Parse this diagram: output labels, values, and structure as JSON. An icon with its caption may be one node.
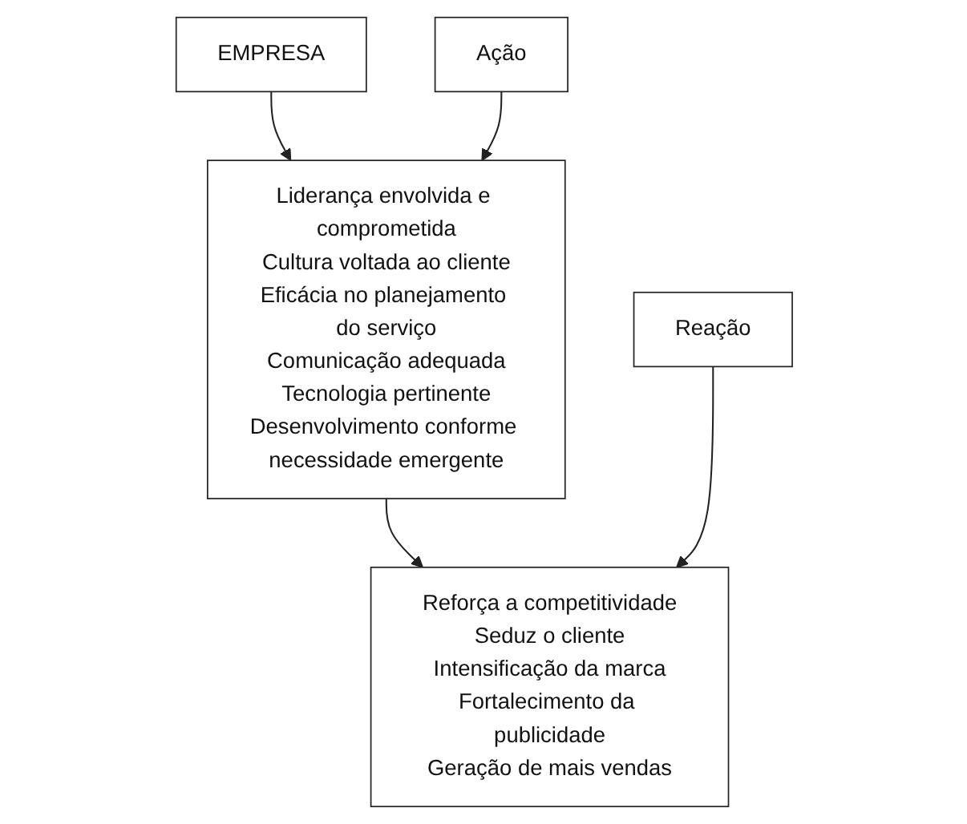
{
  "diagram": {
    "nodes": [
      {
        "text": [
          "EMPRESA"
        ]
      },
      {
        "text": [
          "Liderança envolvida e comprometida",
          "Cultura voltada ao cliente",
          "Eficácia no planejamento do serviço",
          "Comunicação adequada",
          "Tecnologia pertinente",
          "Desenvolvimento conforme necessidade emergente"
        ]
      },
      {
        "text": [
          "Ação"
        ]
      },
      {
        "text": [
          "Reforça a competitividade",
          "Seduz o cliente",
          "Intensificação da marca",
          "Fortalecimento da publicidade",
          "Geração de mais vendas"
        ]
      },
      {
        "text": [
          "Reação"
        ]
      }
    ],
    "edges": [
      {
        "from": 0,
        "to": 1,
        "arrow": "to"
      },
      {
        "from": 1,
        "to": 3,
        "arrow": "to"
      },
      {
        "from": 2,
        "to": 1,
        "arrow": "to"
      },
      {
        "from": 4,
        "to": 3,
        "arrow": "to"
      }
    ]
  }
}
